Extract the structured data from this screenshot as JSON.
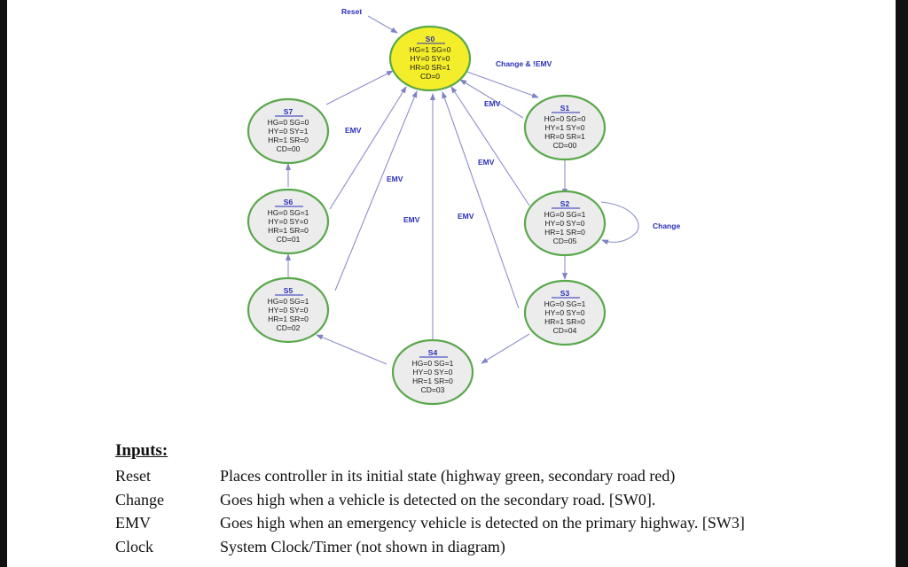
{
  "diagram": {
    "states": [
      {
        "id": "s0",
        "name": "S0",
        "lines": [
          "HG=1  SG=0",
          "HY=0  SY=0",
          "HR=0  SR=1",
          "CD=0"
        ],
        "fill": "#f4ee2a"
      },
      {
        "id": "s1",
        "name": "S1",
        "lines": [
          "HG=0  SG=0",
          "HY=1  SY=0",
          "HR=0  SR=1",
          "CD=00"
        ],
        "fill": "#ececec"
      },
      {
        "id": "s2",
        "name": "S2",
        "lines": [
          "HG=0  SG=1",
          "HY=0  SY=0",
          "HR=1  SR=0",
          "CD=05"
        ],
        "fill": "#ececec"
      },
      {
        "id": "s3",
        "name": "S3",
        "lines": [
          "HG=0  SG=1",
          "HY=0  SY=0",
          "HR=1  SR=0",
          "CD=04"
        ],
        "fill": "#ececec"
      },
      {
        "id": "s4",
        "name": "S4",
        "lines": [
          "HG=0  SG=1",
          "HY=0  SY=0",
          "HR=1  SR=0",
          "CD=03"
        ],
        "fill": "#ececec"
      },
      {
        "id": "s5",
        "name": "S5",
        "lines": [
          "HG=0  SG=1",
          "HY=0  SY=0",
          "HR=1  SR=0",
          "CD=02"
        ],
        "fill": "#ececec"
      },
      {
        "id": "s6",
        "name": "S6",
        "lines": [
          "HG=0  SG=1",
          "HY=0  SY=0",
          "HR=1  SR=0",
          "CD=01"
        ],
        "fill": "#ececec"
      },
      {
        "id": "s7",
        "name": "S7",
        "lines": [
          "HG=0  SG=0",
          "HY=0  SY=1",
          "HR=1  SR=0",
          "CD=00"
        ],
        "fill": "#ececec"
      }
    ],
    "edge_labels": {
      "reset": "Reset",
      "change_not_emv": "Change & !EMV",
      "change": "Change",
      "emv": "EMV"
    },
    "colors": {
      "outline": "#5aa84c",
      "arrow": "#8c8fc8",
      "label": "#2a2fb8"
    }
  },
  "inputs": {
    "title": "Inputs:",
    "rows": [
      {
        "name": "Reset",
        "description": "Places controller in its initial state (highway green, secondary road red)"
      },
      {
        "name": "Change",
        "description": "Goes high when a vehicle is detected on the secondary road. [SW0]."
      },
      {
        "name": "EMV",
        "description": "Goes high when an emergency vehicle is detected on the primary highway. [SW3]"
      },
      {
        "name": "Clock",
        "description": "System Clock/Timer (not shown in diagram)"
      }
    ]
  }
}
